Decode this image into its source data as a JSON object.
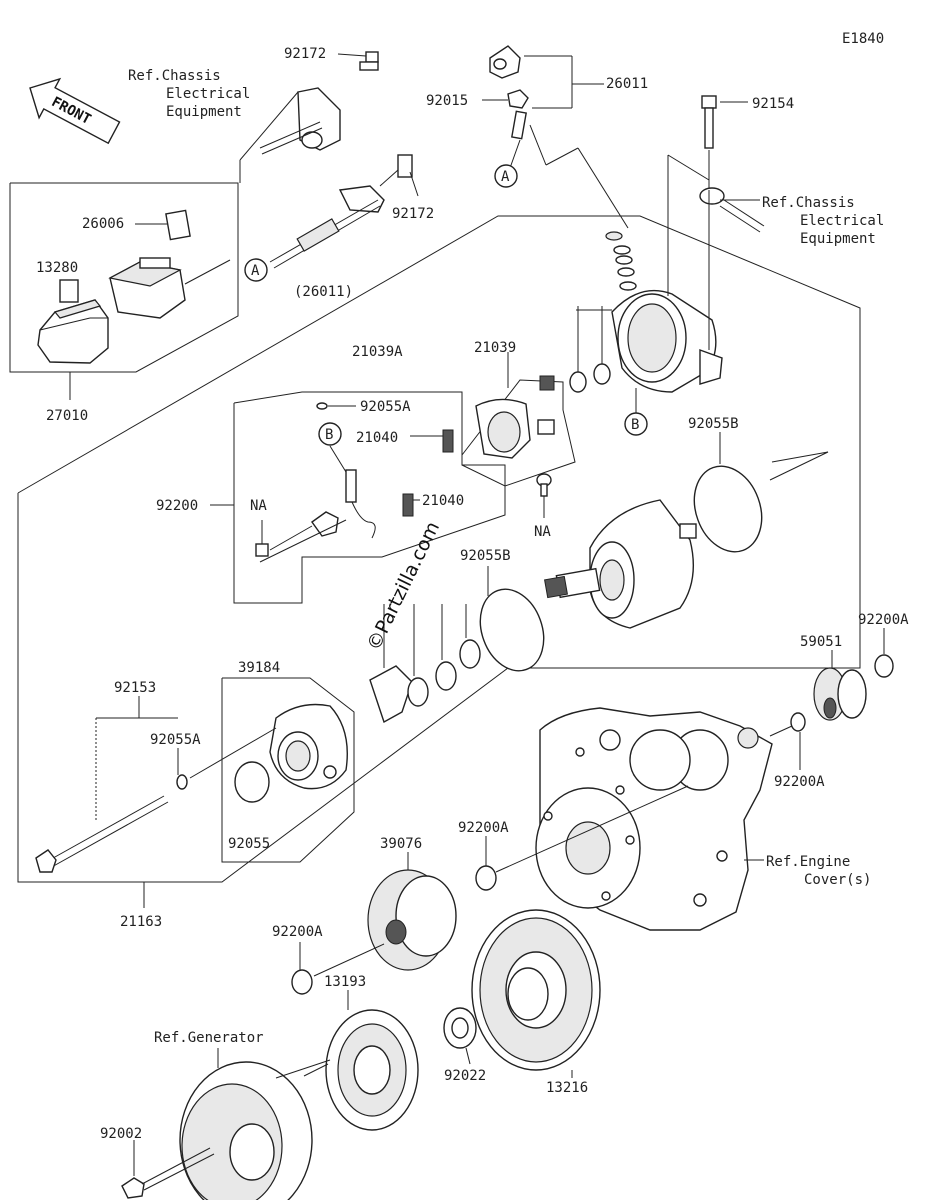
{
  "diagram_code": "E1840",
  "front_label": "FRONT",
  "watermark": "©Partzilla.com",
  "ref_chassis_1": [
    "Ref.Chassis",
    "Electrical",
    "Equipment"
  ],
  "ref_chassis_2": [
    "Ref.Chassis",
    "Electrical",
    "Equipment"
  ],
  "ref_engine_cover": [
    "Ref.Engine",
    "Cover(s)"
  ],
  "ref_generator": "Ref.Generator",
  "parts": {
    "p92172_top": "92172",
    "p92172_mid": "92172",
    "p26011": "26011",
    "p26011_paren": "(26011)",
    "p92015": "92015",
    "p92154": "92154",
    "p26006": "26006",
    "p13280": "13280",
    "p27010": "27010",
    "p21039A": "21039A",
    "p21039": "21039",
    "p92055A_top": "92055A",
    "p21040_top": "21040",
    "p21040_bot": "21040",
    "p92200": "92200",
    "p92055B_right": "92055B",
    "p92055B_mid": "92055B",
    "p92200A_right": "92200A",
    "p59051": "59051",
    "p92200A_mid": "92200A",
    "p92200A_center": "92200A",
    "p39184": "39184",
    "p92153": "92153",
    "p92055A_left": "92055A",
    "p92055": "92055",
    "p21163": "21163",
    "p39076": "39076",
    "p92200A_left": "92200A",
    "p13193": "13193",
    "p92022": "92022",
    "p13216": "13216",
    "p92002": "92002"
  },
  "callouts": {
    "na_left": "NA",
    "na_right": "NA",
    "a_top": "A",
    "a_left": "A",
    "b_right": "B",
    "b_left": "B"
  }
}
